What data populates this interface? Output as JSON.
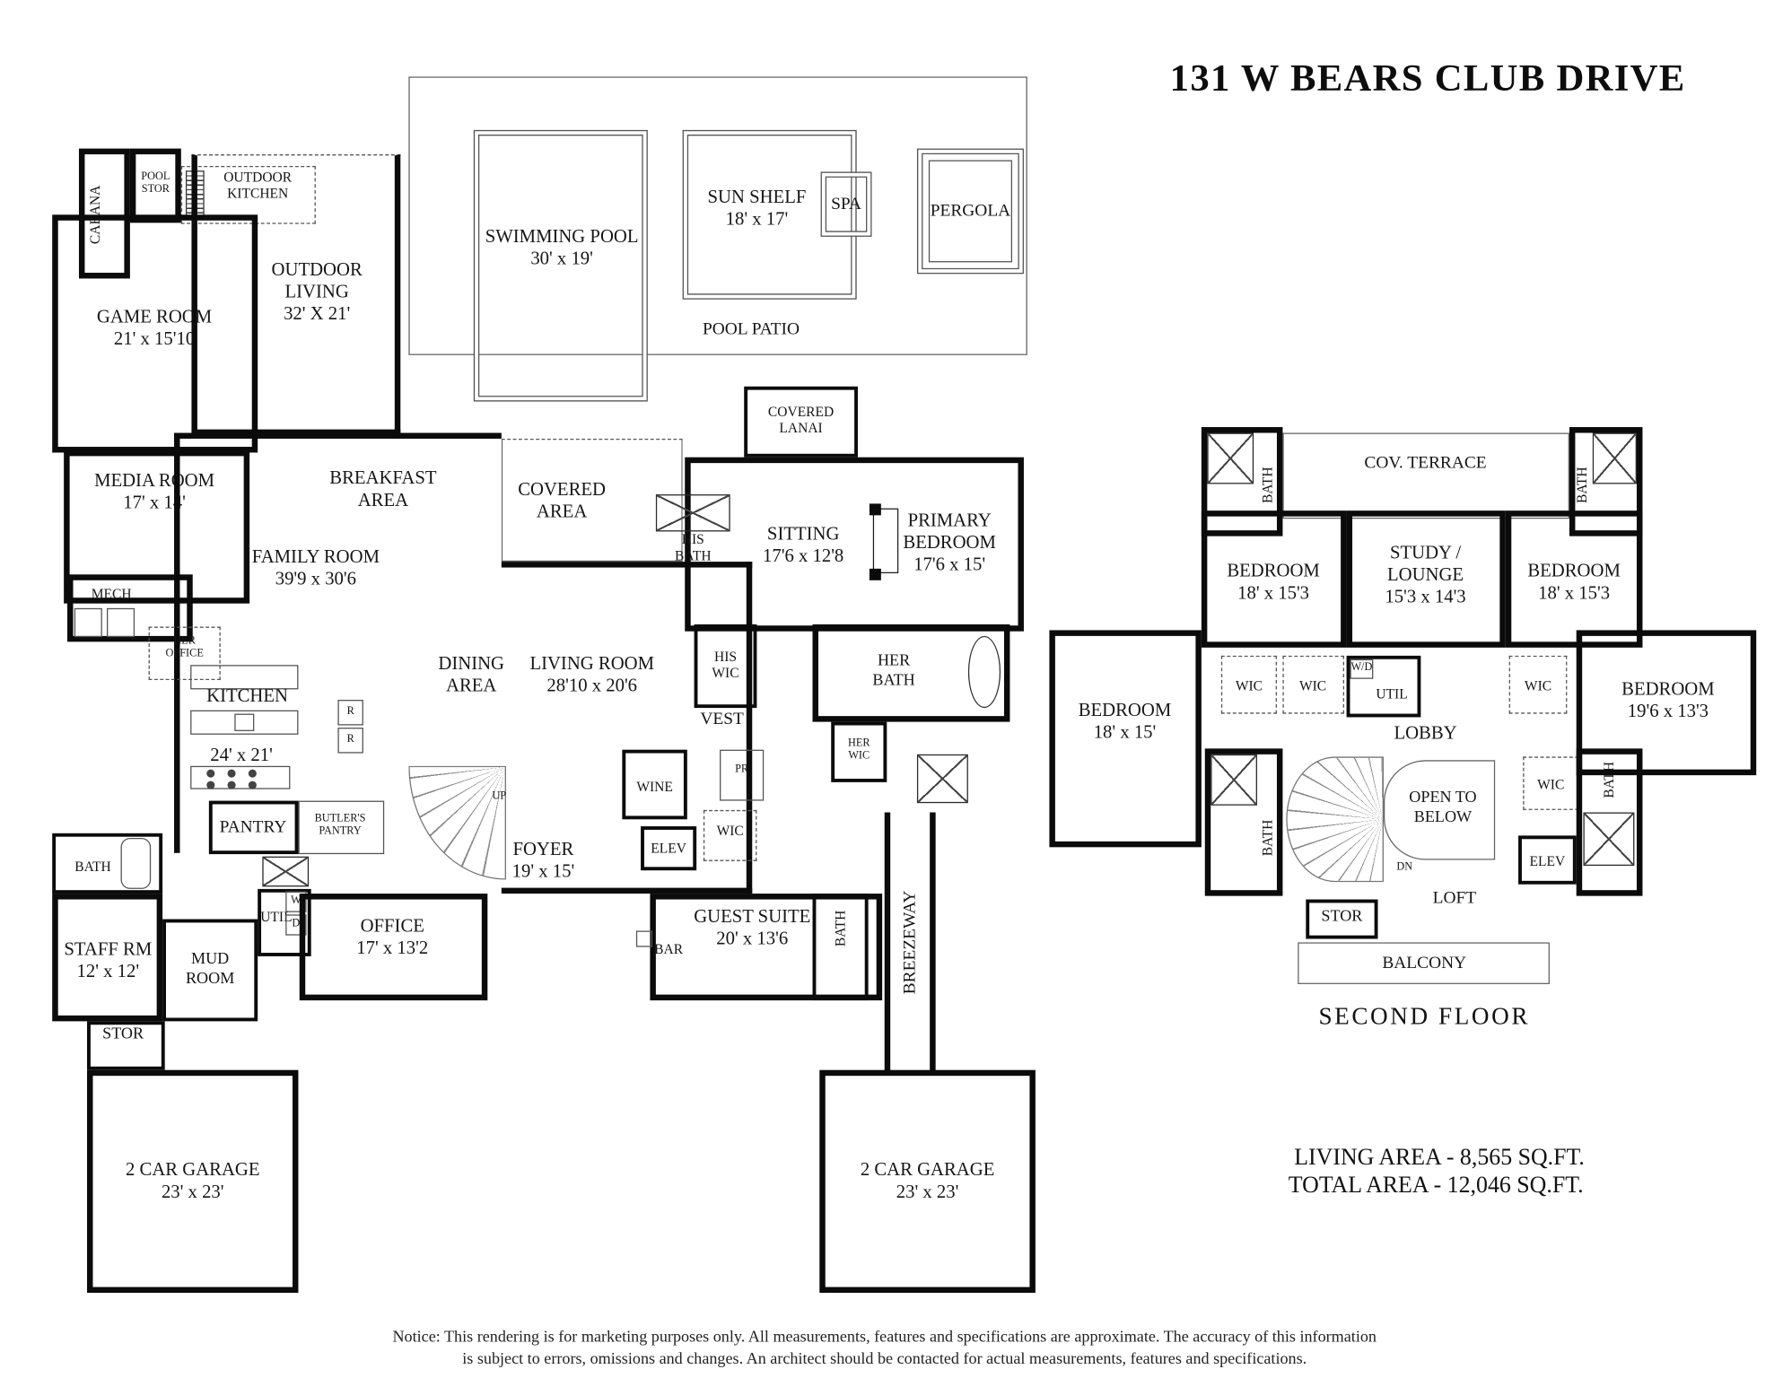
{
  "title": "131 W BEARS CLUB DRIVE",
  "ff": {
    "cabana": {
      "name": "CABANA"
    },
    "pool_stor": {
      "name": "POOL STOR"
    },
    "outdoor_kitchen": {
      "name": "OUTDOOR KITCHEN"
    },
    "game_room": {
      "name": "GAME ROOM",
      "dims": "21' x 15'10"
    },
    "outdoor_living": {
      "name": "OUTDOOR LIVING",
      "dims": "32' X 21'"
    },
    "swimming_pool": {
      "name": "SWIMMING POOL",
      "dims": "30' x 19'"
    },
    "sun_shelf": {
      "name": "SUN SHELF",
      "dims": "18' x 17'"
    },
    "spa": {
      "name": "SPA"
    },
    "pergola": {
      "name": "PERGOLA"
    },
    "pool_patio": {
      "name": "POOL PATIO"
    },
    "covered_lanai": {
      "name": "COVERED LANAI"
    },
    "media_room": {
      "name": "MEDIA ROOM",
      "dims": "17' x 14'"
    },
    "breakfast_area": {
      "name": "BREAKFAST AREA"
    },
    "covered_area": {
      "name": "COVERED AREA"
    },
    "family_room": {
      "name": "FAMILY ROOM",
      "dims": "39'9 x 30'6"
    },
    "mech": {
      "name": "MECH"
    },
    "her_office": {
      "name": "HER OFFICE"
    },
    "kitchen": {
      "name": "KITCHEN",
      "dims": "24' x 21'"
    },
    "pantry": {
      "name": "PANTRY"
    },
    "butlers_pantry": {
      "name": "BUTLER'S PANTRY"
    },
    "dining_area": {
      "name": "DINING AREA"
    },
    "living_room": {
      "name": "LIVING ROOM",
      "dims": "28'10  x 20'6"
    },
    "his_bath": {
      "name": "HIS BATH"
    },
    "sitting": {
      "name": "SITTING",
      "dims": "17'6 x 12'8"
    },
    "primary_bedroom": {
      "name": "PRIMARY BEDROOM",
      "dims": "17'6 x 15'"
    },
    "his_wic": {
      "name": "HIS WIC"
    },
    "vest": {
      "name": "VEST"
    },
    "her_bath": {
      "name": "HER BATH"
    },
    "her_wic": {
      "name": "HER WIC"
    },
    "wine": {
      "name": "WINE"
    },
    "pr": {
      "name": "PR"
    },
    "elev": {
      "name": "ELEV"
    },
    "wic": {
      "name": "WIC"
    },
    "foyer": {
      "name": "FOYER",
      "dims": "19' x 15'"
    },
    "up": "UP",
    "r1": "R",
    "r2": "R",
    "staff_bath": {
      "name": "BATH"
    },
    "staff_rm": {
      "name": "STAFF RM",
      "dims": "12' x 12'"
    },
    "util": {
      "name": "UTIL"
    },
    "w": "W",
    "d": "D",
    "mud_room": {
      "name": "MUD ROOM"
    },
    "office": {
      "name": "OFFICE",
      "dims": "17' x 13'2"
    },
    "bar": {
      "name": "BAR"
    },
    "guest_suite": {
      "name": "GUEST SUITE",
      "dims": "20' x 13'6"
    },
    "guest_bath": {
      "name": "BATH"
    },
    "breezeway": {
      "name": "BREEZEWAY"
    },
    "stor": {
      "name": "STOR"
    },
    "garage_left": {
      "name": "2 CAR GARAGE",
      "dims": "23' x 23'"
    },
    "garage_right": {
      "name": "2 CAR GARAGE",
      "dims": "23' x 23'"
    }
  },
  "sf": {
    "caption": "SECOND FLOOR",
    "cov_terrace": {
      "name": "COV. TERRACE"
    },
    "bath_tl": {
      "name": "BATH"
    },
    "bath_tr": {
      "name": "BATH"
    },
    "bedroom_left": {
      "name": "BEDROOM",
      "dims": "18' x 15'3"
    },
    "study_lounge": {
      "name": "STUDY / LOUNGE",
      "dims": "15'3 x 14'3"
    },
    "bedroom_right": {
      "name": "BEDROOM",
      "dims": "18' x 15'3"
    },
    "bedroom_far_left": {
      "name": "BEDROOM",
      "dims": "18' x 15'"
    },
    "bedroom_far_right": {
      "name": "BEDROOM",
      "dims": "19'6 x 13'3"
    },
    "wic1": {
      "name": "WIC"
    },
    "wic2": {
      "name": "WIC"
    },
    "wd": "W/D",
    "util": {
      "name": "UTIL"
    },
    "wic3": {
      "name": "WIC"
    },
    "wic4": {
      "name": "WIC"
    },
    "lobby": {
      "name": "LOBBY"
    },
    "open_to_below": {
      "name": "OPEN TO BELOW"
    },
    "bath_l": {
      "name": "BATH"
    },
    "bath_r": {
      "name": "BATH"
    },
    "elev": {
      "name": "ELEV"
    },
    "dn": "DN",
    "stor": {
      "name": "STOR"
    },
    "loft": {
      "name": "LOFT"
    },
    "balcony": {
      "name": "BALCONY"
    }
  },
  "footer": {
    "living_area": "LIVING AREA - 8,565 SQ.FT.",
    "total_area": "TOTAL AREA - 12,046 SQ.FT.",
    "notice1": "Notice: This rendering is for marketing purposes only. All measurements, features and specifications are approximate. The accuracy of this information",
    "notice2": "is subject to errors, omissions and changes. An architect should be contacted for actual measurements, features and specifications."
  }
}
